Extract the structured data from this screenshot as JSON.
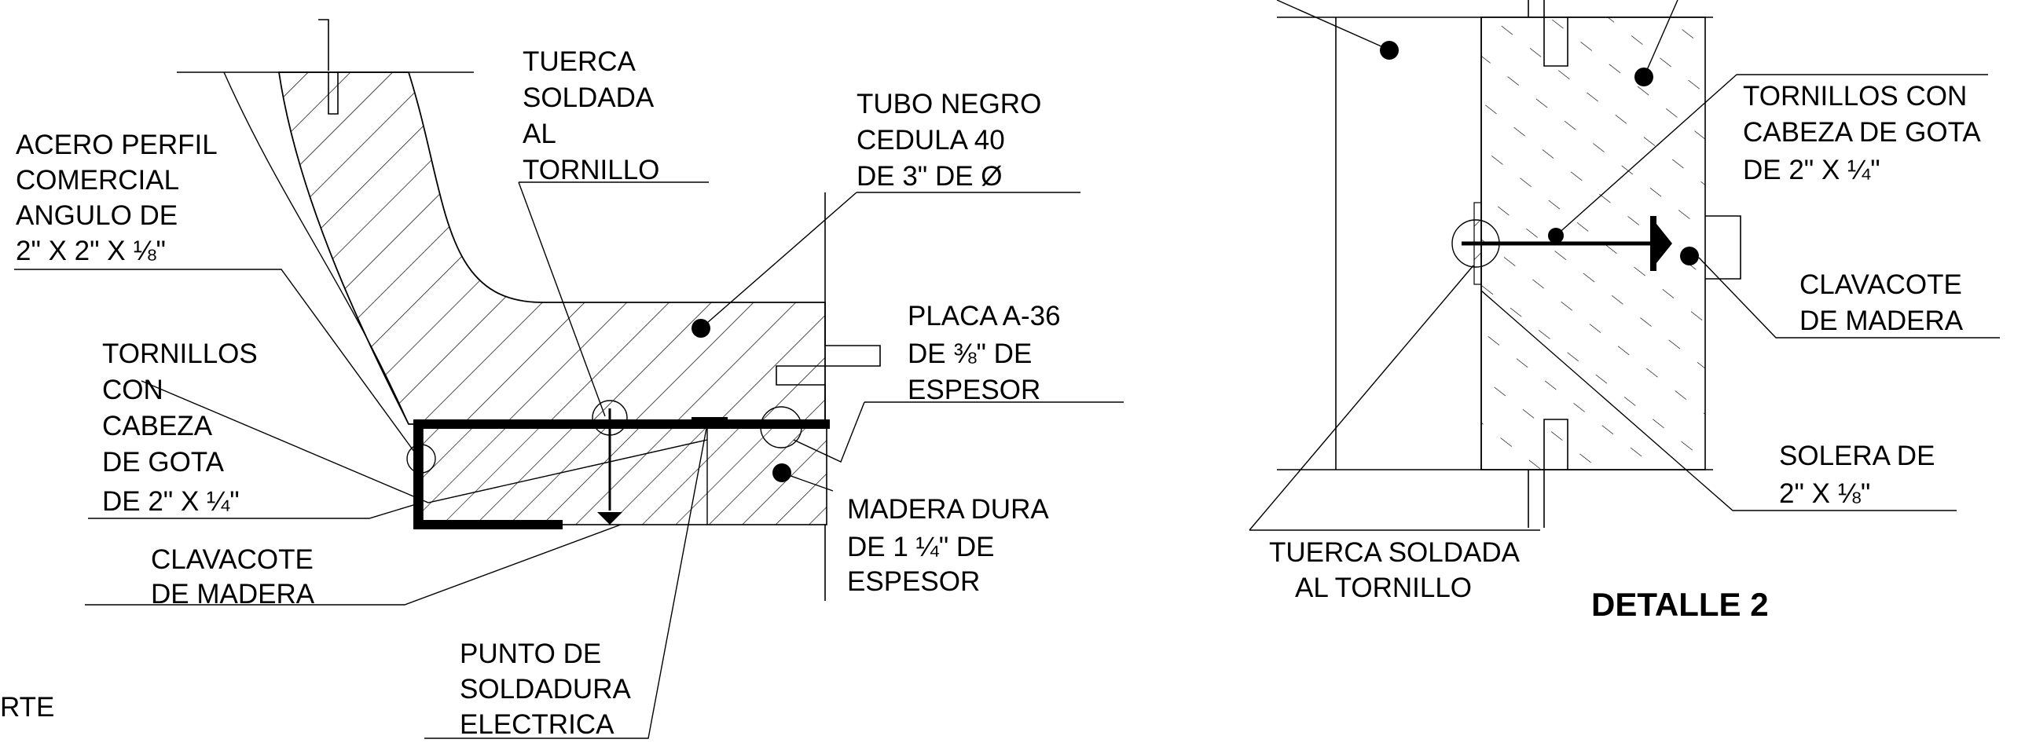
{
  "detail_1": {
    "labels": {
      "acero": [
        "ACERO PERFIL",
        "COMERCIAL",
        "ANGULO DE",
        "2\" X 2\" X ⅛\""
      ],
      "tuerca": [
        "TUERCA",
        "SOLDADA",
        "AL",
        "TORNILLO"
      ],
      "tubo": [
        "TUBO NEGRO",
        "CEDULA 40",
        "DE 3\" DE Ø"
      ],
      "tornillos": [
        "TORNILLOS",
        "CON",
        "CABEZA",
        "DE GOTA",
        "DE 2\"  X  ¼\""
      ],
      "placa": [
        "PLACA A-36",
        "DE ⅜\" DE",
        "ESPESOR"
      ],
      "madera": [
        "MADERA DURA",
        "DE 1  ¼\" DE",
        "ESPESOR"
      ],
      "clavacote": [
        "CLAVACOTE",
        "DE MADERA"
      ],
      "punto": [
        "PUNTO DE",
        "SOLDADURA",
        "ELECTRICA"
      ],
      "cutoff": "RTE"
    }
  },
  "detail_2": {
    "title": "DETALLE  2",
    "labels": {
      "tornillos": [
        "TORNILLOS CON",
        "CABEZA DE GOTA",
        "DE 2\" X  ¼\""
      ],
      "clavacote": [
        "CLAVACOTE",
        "DE MADERA"
      ],
      "solera": [
        "SOLERA DE",
        "2\"  X  ⅛\""
      ],
      "tuerca": [
        "TUERCA SOLDADA",
        "AL TORNILLO"
      ]
    }
  },
  "colors": {
    "ink": "#000000",
    "paper": "#ffffff"
  }
}
